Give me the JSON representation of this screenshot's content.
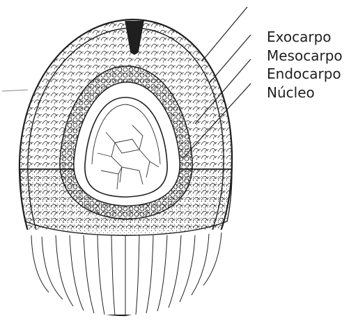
{
  "diagram": {
    "labels": [
      {
        "id": "exocarp",
        "text": "Exocarpo"
      },
      {
        "id": "mesocarp",
        "text": "Mesocarpo"
      },
      {
        "id": "endocarp",
        "text": "Endocarpo"
      },
      {
        "id": "nucleus",
        "text": "Núcleo"
      }
    ]
  },
  "colors": {
    "ink": "#1f1f1f",
    "background": "#ffffff"
  }
}
